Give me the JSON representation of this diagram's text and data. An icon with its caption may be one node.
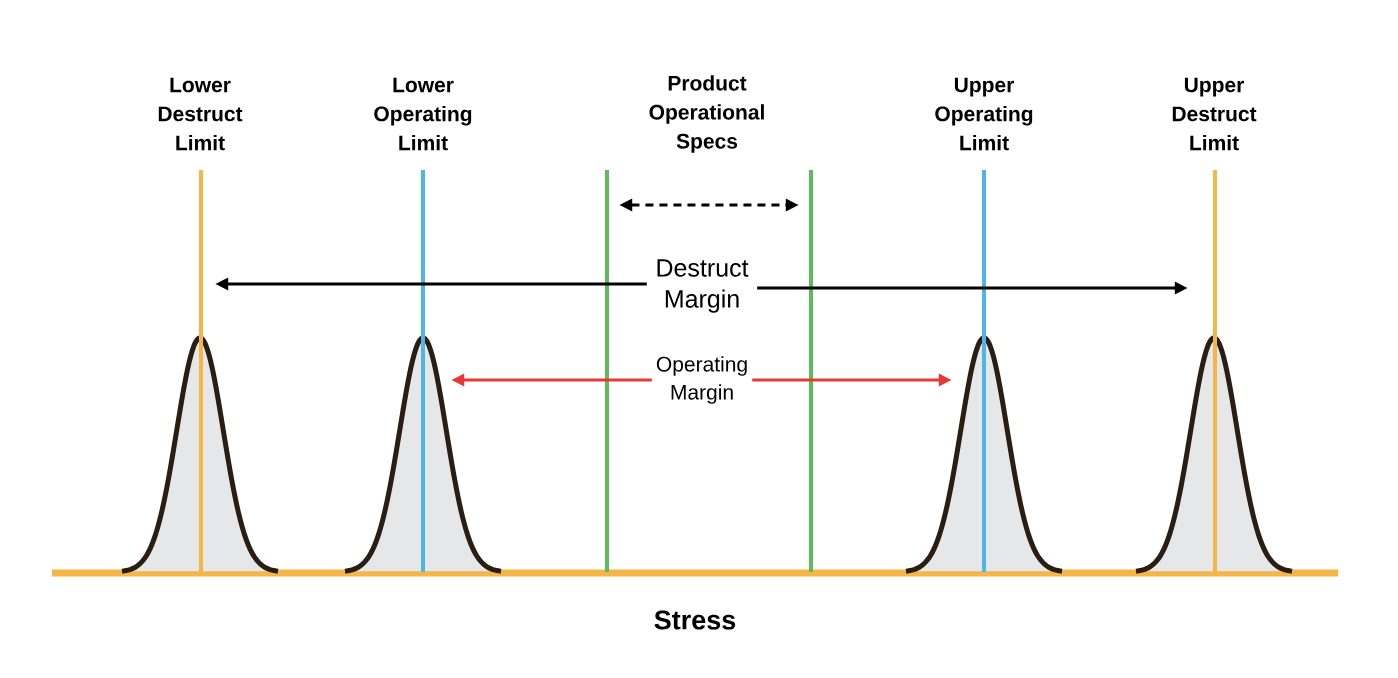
{
  "diagram": {
    "nodes": [
      {
        "text": [
          "Lower Destruct Limit"
        ]
      },
      {
        "text": [
          "Lower Operating Limit"
        ]
      },
      {
        "text": [
          "Product Operational Specs"
        ]
      },
      {
        "text": [
          "Upper Operating Limit"
        ]
      },
      {
        "text": [
          "Upper Destruct Limit"
        ]
      },
      {
        "text": [
          "Destruct Margin"
        ]
      },
      {
        "text": [
          "Operating Margin"
        ]
      },
      {
        "text": [],
        "shape": "bar"
      },
      {
        "text": [],
        "shape": "bar"
      },
      {
        "text": [],
        "shape": "bar"
      },
      {
        "text": [],
        "shape": "bar"
      },
      {
        "text": [],
        "shape": "bar"
      },
      {
        "text": [],
        "shape": "bar"
      }
    ],
    "edges": [
      {
        "from": 5,
        "to": 7,
        "arrow": "to"
      },
      {
        "from": 5,
        "to": 12,
        "arrow": "to"
      },
      {
        "from": 6,
        "to": 8,
        "arrow": "to",
        "color": "#e53935"
      },
      {
        "from": 6,
        "to": 11,
        "arrow": "to",
        "color": "#e53935"
      },
      {
        "from": 9,
        "to": 10,
        "arrow": "both",
        "style": "dashed"
      }
    ],
    "labels": [
      "Stress"
    ]
  }
}
